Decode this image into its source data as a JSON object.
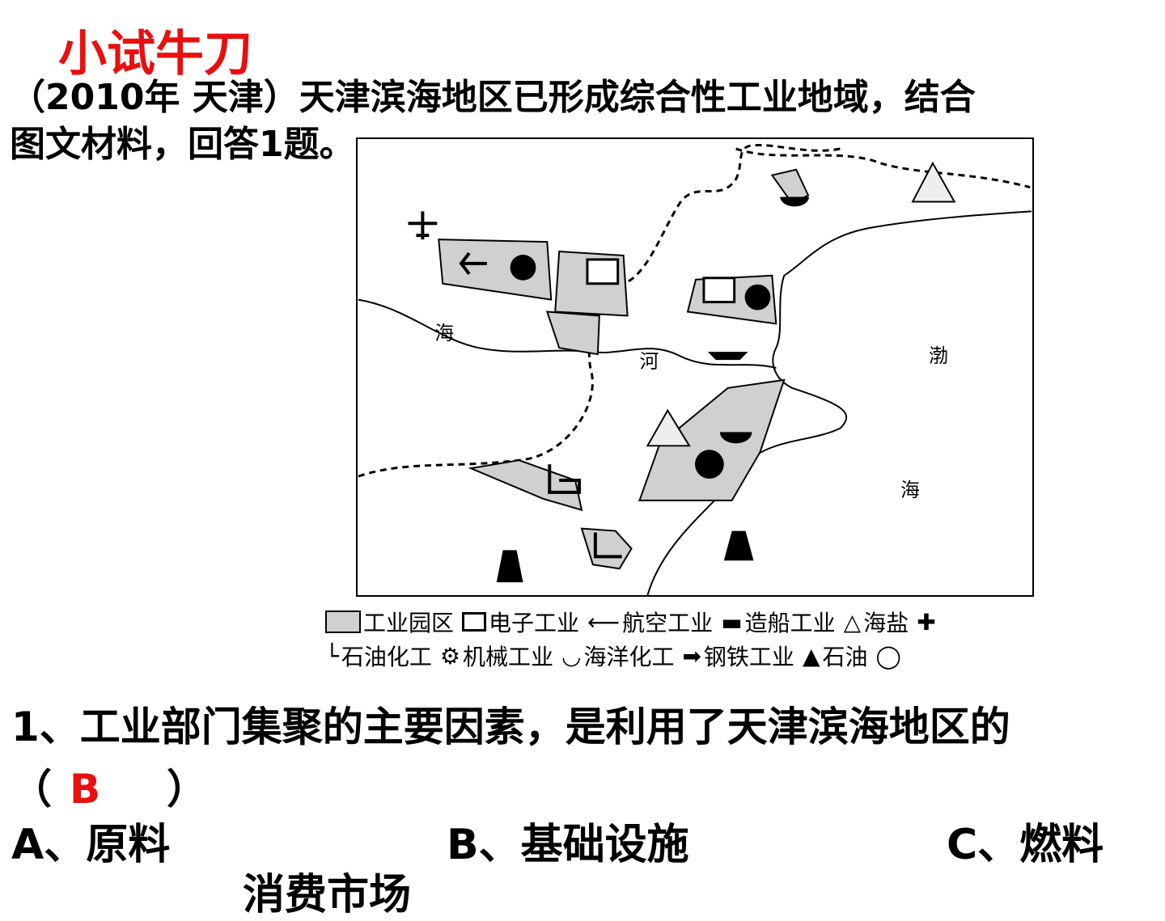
{
  "slide": {
    "title": "小试牛刀",
    "intro_line1": "（2010年 天津）天津滨海地区已形成综合性工业地域，结合",
    "intro_line2": "图文材料，回答1题。"
  },
  "map": {
    "labels": {
      "haihe_1": "海",
      "haihe_2": "河",
      "bohai_1": "渤",
      "bohai_2": "海"
    }
  },
  "legend": {
    "items": [
      {
        "label": "工业园区",
        "icon": "industrial-park-icon"
      },
      {
        "label": "电子工业",
        "icon": "electronics-icon"
      },
      {
        "label": "航空工业",
        "icon": "aviation-icon"
      },
      {
        "label": "造船工业",
        "icon": "shipbuilding-icon"
      },
      {
        "label": "海盐",
        "icon": "sea-salt-icon"
      },
      {
        "label": "",
        "icon": "airport-icon"
      },
      {
        "label": "石油化工",
        "icon": "petrochemical-icon"
      },
      {
        "label": "机械工业",
        "icon": "machinery-gear-icon"
      },
      {
        "label": "海洋化工",
        "icon": "marine-chemical-icon"
      },
      {
        "label": "钢铁工业",
        "icon": "steel-icon"
      },
      {
        "label": "石油",
        "icon": "oil-icon"
      },
      {
        "label": "",
        "icon": "circle-icon"
      }
    ]
  },
  "question": {
    "text": "1、工业部门集聚的主要因素，是利用了天津滨海地区的",
    "paren_open": "（",
    "answer": "B",
    "paren_close": "）",
    "options": {
      "a": "A、原料",
      "b": "B、基础设施",
      "c": "C、燃料",
      "d": "消费市场"
    }
  },
  "colors": {
    "title": "#e8100f",
    "answer": "#e8100f",
    "park_fill": "#d0d0d0"
  }
}
